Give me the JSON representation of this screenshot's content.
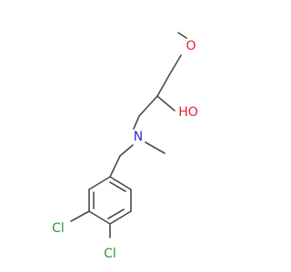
{
  "molecule": {
    "atoms": [
      {
        "id": "O1",
        "symbol": "O",
        "color": "#e8212b"
      },
      {
        "id": "OH",
        "symbol": "HO",
        "color": "#e8212b"
      },
      {
        "id": "N",
        "symbol": "N",
        "color": "#2b2bd6"
      },
      {
        "id": "Cl1",
        "symbol": "Cl",
        "color": "#2f9a2f"
      },
      {
        "id": "Cl2",
        "symbol": "Cl",
        "color": "#2f9a2f"
      }
    ],
    "bond_color": "#4a4a4a"
  }
}
